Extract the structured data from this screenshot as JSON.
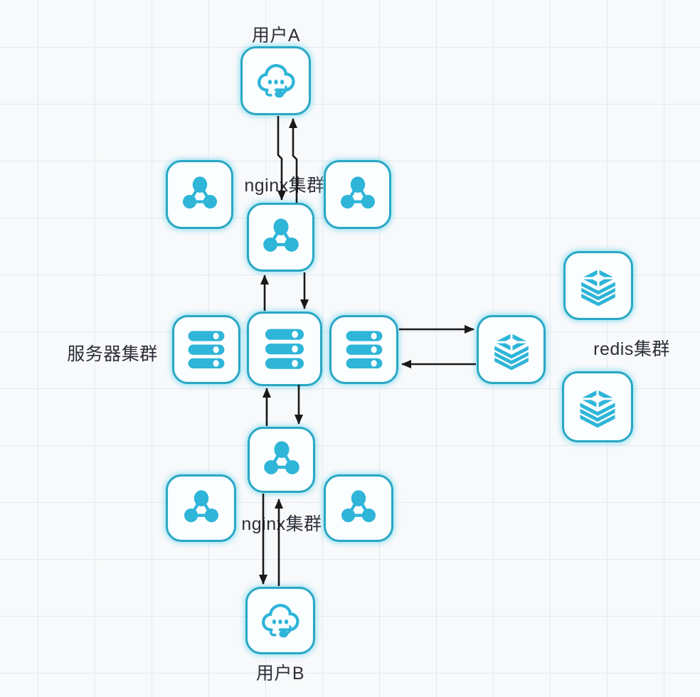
{
  "labels": {
    "user_a": "用户A",
    "nginx_cluster_top": "nginx集群",
    "server_cluster": "服务器集群",
    "redis_cluster": "redis集群",
    "nginx_cluster_bottom": "nginx集群",
    "user_b": "用户B"
  },
  "icons": {
    "user": "user-cloud-headset-icon",
    "nginx": "nginx-node-cluster-icon",
    "server": "server-stack-icon",
    "redis": "redis-layers-icon"
  },
  "colors": {
    "icon_fill": "#2eb5d8",
    "box_border": "#2aa7c4",
    "box_fill": "#fbfeff",
    "box_glow": "rgba(110,215,240,0.5)",
    "arrow": "#191919",
    "label_text": "#2e2e38",
    "background": "#f7f9fb",
    "grid_line": "#e4e9ef"
  }
}
